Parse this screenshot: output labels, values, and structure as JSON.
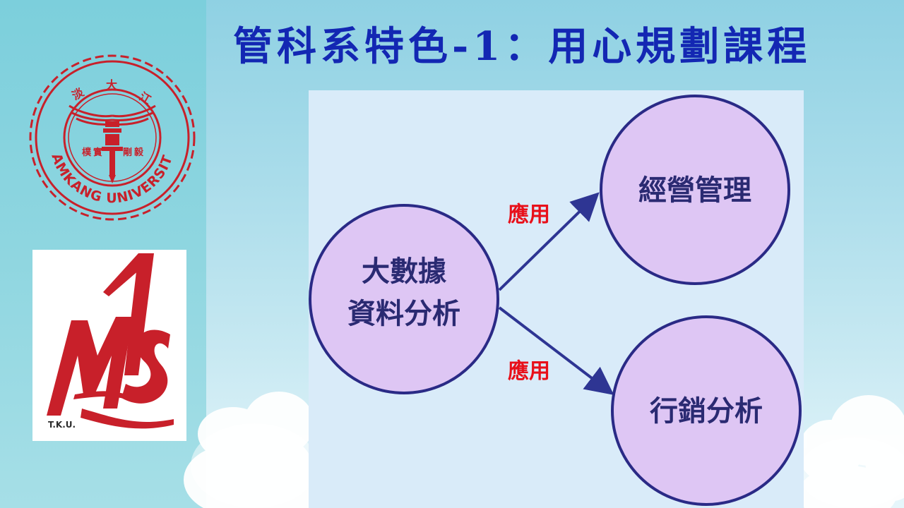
{
  "slide": {
    "title": "管科系特色-1：用心規劃課程"
  },
  "logos": {
    "seal_text_arc": "TAMKANG UNIVERSITY",
    "ms_text": "T.K.U."
  },
  "diagram": {
    "nodes": {
      "source": {
        "lines": [
          "大數據",
          "資料分析"
        ]
      },
      "target_top": {
        "lines": [
          "經營管理"
        ]
      },
      "target_bottom": {
        "lines": [
          "行銷分析"
        ]
      }
    },
    "edges": {
      "top_label": "應用",
      "bottom_label": "應用"
    }
  },
  "colors": {
    "title": "#1327b3",
    "node_fill": "#dec6f4",
    "node_stroke": "#2a2a86",
    "edge_label": "#e8101a",
    "arrow": "#2e3593",
    "logo_red": "#c8202a"
  }
}
